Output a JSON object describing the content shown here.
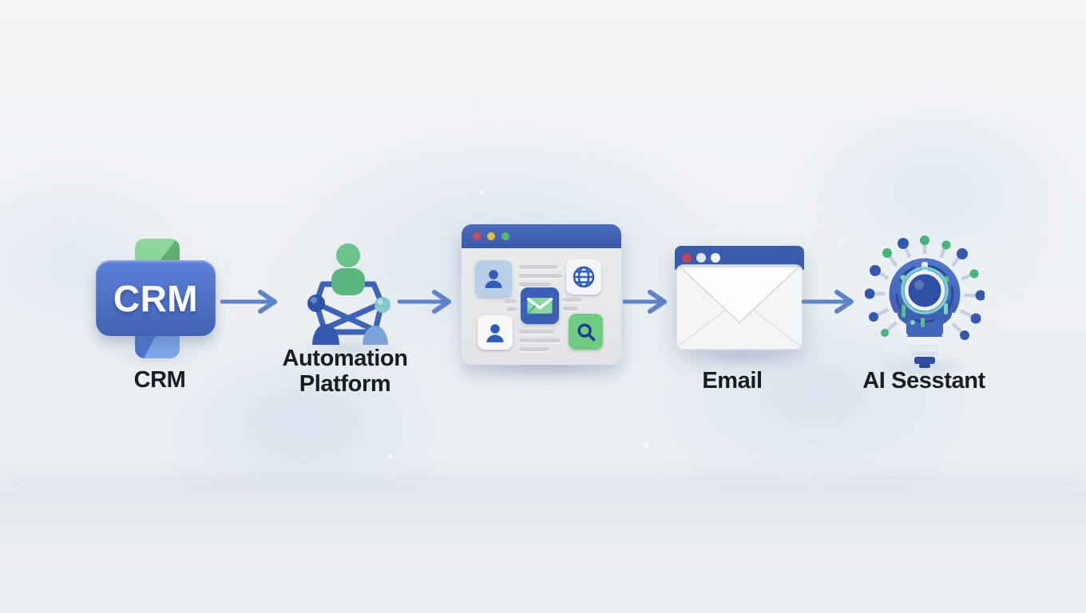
{
  "page": {
    "type": "workflow-illustration",
    "background": "soft light-blue abstract waves"
  },
  "flow": {
    "nodes": [
      {
        "id": "crm",
        "label": "CRM",
        "icon": "crm-cross-badge-icon",
        "badge_text": "CRM"
      },
      {
        "id": "automation-platform",
        "label": "Automation Platform",
        "icon": "people-network-icon"
      },
      {
        "id": "crm-browser",
        "label": "",
        "icon": "browser-window-icon"
      },
      {
        "id": "email",
        "label": "Email",
        "icon": "envelope-window-icon"
      },
      {
        "id": "ai-assistant",
        "label": "AI Sesstant",
        "icon": "ai-lightbulb-icon"
      }
    ],
    "connectors": [
      {
        "from": "crm",
        "to": "automation-platform"
      },
      {
        "from": "automation-platform",
        "to": "crm-browser"
      },
      {
        "from": "crm-browser",
        "to": "email"
      },
      {
        "from": "email",
        "to": "ai-assistant"
      }
    ],
    "browser_tiles": [
      "contact-card",
      "globe",
      "mail",
      "contact-card",
      "search"
    ]
  },
  "colors": {
    "arrow": "#5e83c8",
    "label_text": "#171c26",
    "background": "#eef1f4",
    "primary_blue": "#4365bb",
    "green": "#5fb874",
    "teal": "#84c7cc",
    "window_bar_blue": "#3a5aa8"
  }
}
